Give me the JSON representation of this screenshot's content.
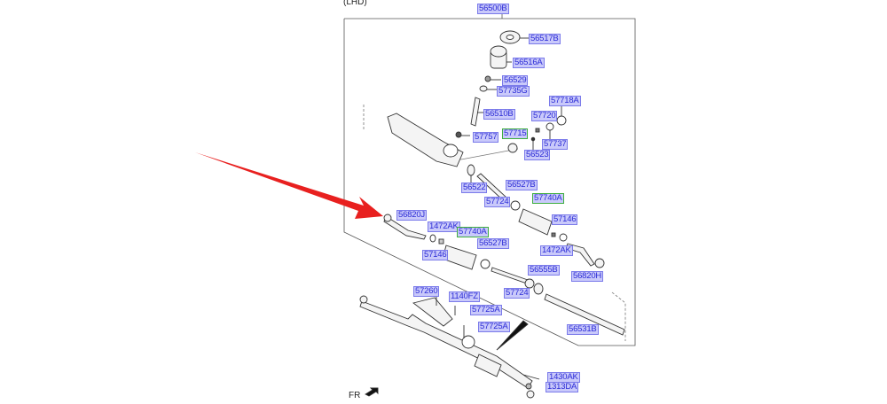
{
  "diagram": {
    "caption": "(LHD)",
    "direction_label": "FR",
    "assembly_label": "56500B",
    "highlight_arrow": {
      "color": "#e8201f",
      "points_to": "56820J"
    },
    "label_style": {
      "text_color": "#2b2bd6",
      "background": "#c9c9fa",
      "border": "#7b7bea",
      "alt_border": "#3fae3f"
    },
    "parts": [
      {
        "id": "56500B"
      },
      {
        "id": "56517B"
      },
      {
        "id": "56516A"
      },
      {
        "id": "56529"
      },
      {
        "id": "57735G"
      },
      {
        "id": "57718A"
      },
      {
        "id": "56510B"
      },
      {
        "id": "57720"
      },
      {
        "id": "57757"
      },
      {
        "id": "57715"
      },
      {
        "id": "57737"
      },
      {
        "id": "56523"
      },
      {
        "id": "56522"
      },
      {
        "id": "56527B"
      },
      {
        "id": "57724"
      },
      {
        "id": "57740A"
      },
      {
        "id": "56820J"
      },
      {
        "id": "57146"
      },
      {
        "id": "1472AK"
      },
      {
        "id": "57740A"
      },
      {
        "id": "56527B"
      },
      {
        "id": "57146"
      },
      {
        "id": "1472AK"
      },
      {
        "id": "56555B"
      },
      {
        "id": "56820H"
      },
      {
        "id": "57724"
      },
      {
        "id": "57260"
      },
      {
        "id": "1140FZ"
      },
      {
        "id": "57725A"
      },
      {
        "id": "57725A"
      },
      {
        "id": "56531B"
      },
      {
        "id": "1430AK"
      },
      {
        "id": "1313DA"
      }
    ]
  }
}
